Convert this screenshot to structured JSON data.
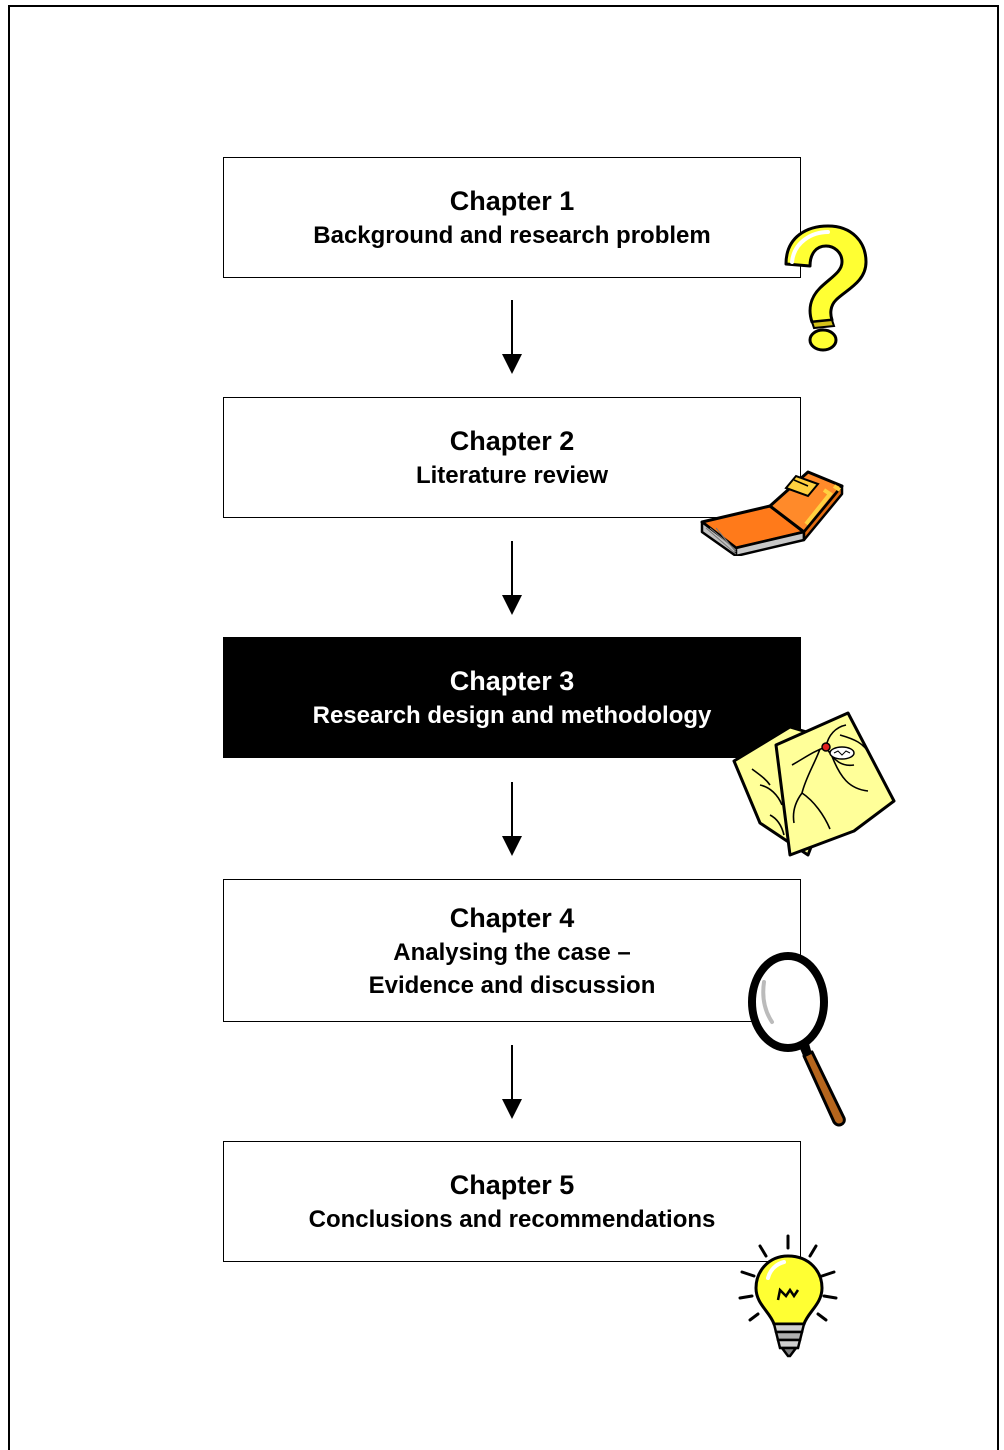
{
  "chapters": [
    {
      "title": "Chapter 1",
      "lines": [
        "Background and research problem"
      ],
      "icon": "question-mark-icon",
      "highlighted": false
    },
    {
      "title": "Chapter 2",
      "lines": [
        "Literature review"
      ],
      "icon": "book-icon",
      "highlighted": false
    },
    {
      "title": "Chapter 3",
      "lines": [
        "Research design and methodology"
      ],
      "icon": "map-icon",
      "highlighted": true
    },
    {
      "title": "Chapter 4",
      "lines": [
        "Analysing the case –",
        "Evidence and discussion"
      ],
      "icon": "magnifying-glass-icon",
      "highlighted": false
    },
    {
      "title": "Chapter 5",
      "lines": [
        "Conclusions and recommendations"
      ],
      "icon": "light-bulb-icon",
      "highlighted": false
    }
  ],
  "colors": {
    "highlight_fill": "#000000",
    "question_mark": "#ffff33",
    "book_cover": "#ff7a1a",
    "map_paper": "#ffff99",
    "bulb": "#ffff33",
    "magnifier_handle": "#b5651d"
  }
}
